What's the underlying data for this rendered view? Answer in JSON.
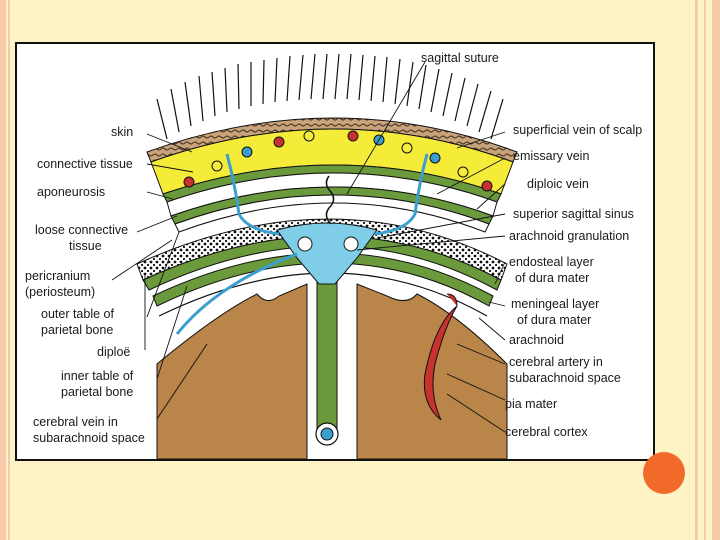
{
  "labels": {
    "sagittal_suture": "sagittal suture",
    "skin": "skin",
    "superficial_vein": "superficial vein of scalp",
    "connective_tissue": "connective tissue",
    "emissary_vein": "emissary vein",
    "aponeurosis": "aponeurosis",
    "diploic_vein": "diploic vein",
    "loose_connective_1": "loose connective",
    "loose_connective_2": "tissue",
    "superior_sagittal_sinus": "superior sagittal sinus",
    "arachnoid_granulation": "arachnoid granulation",
    "pericranium_1": "pericranium",
    "pericranium_2": "(periosteum)",
    "endosteal_1": "endosteal layer",
    "endosteal_2": "of dura mater",
    "outer_table_1": "outer table of",
    "outer_table_2": "parietal bone",
    "meningeal_1": "meningeal layer",
    "meningeal_2": "of dura mater",
    "diploe": "diploë",
    "arachnoid": "arachnoid",
    "inner_table_1": "inner table of",
    "inner_table_2": "parietal bone",
    "cerebral_artery_1": "cerebral artery in",
    "cerebral_artery_2": "subarachnoid space",
    "pia_mater": "pia mater",
    "cerebral_vein_1": "cerebral vein in",
    "cerebral_vein_2": "subarachnoid space",
    "cerebral_cortex": "cerebral cortex"
  },
  "colors": {
    "background": "#fdf3c4",
    "skin": "#c9a37a",
    "connective": "#f5ec3a",
    "bone_green": "#6a9a3c",
    "vein_blue": "#3a9fcf",
    "csf_blue": "#7fcde6",
    "artery_red": "#c8322e",
    "cortex": "#b98548",
    "accent_dot": "#f26a2a"
  }
}
